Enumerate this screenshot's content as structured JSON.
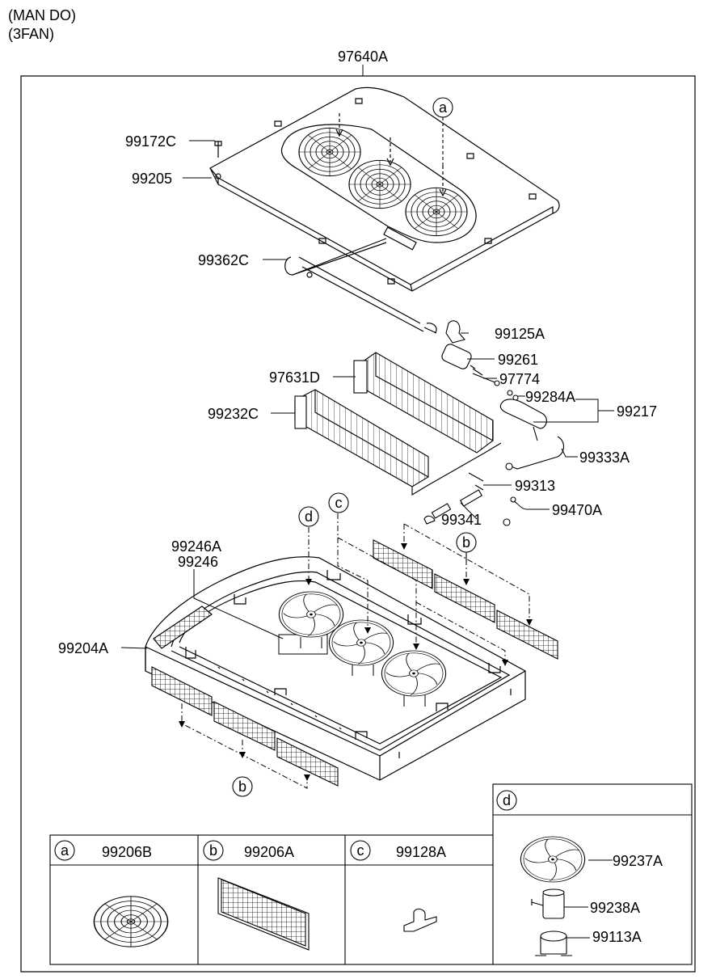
{
  "header": {
    "line1": "(MAN DO)",
    "line2": "(3FAN)"
  },
  "assembly_label": "97640A",
  "callouts": [
    {
      "id": "99172C",
      "text": "99172C"
    },
    {
      "id": "99205",
      "text": "99205"
    },
    {
      "id": "99362C",
      "text": "99362C"
    },
    {
      "id": "99125A",
      "text": "99125A"
    },
    {
      "id": "99261",
      "text": "99261"
    },
    {
      "id": "97631D",
      "text": "97631D"
    },
    {
      "id": "97774",
      "text": "97774"
    },
    {
      "id": "99284A",
      "text": "99284A"
    },
    {
      "id": "99217",
      "text": "99217"
    },
    {
      "id": "99232C",
      "text": "99232C"
    },
    {
      "id": "99333A",
      "text": "99333A"
    },
    {
      "id": "99313",
      "text": "99313"
    },
    {
      "id": "99341",
      "text": "99341"
    },
    {
      "id": "99470A",
      "text": "99470A"
    },
    {
      "id": "99246A",
      "text": "99246A"
    },
    {
      "id": "99246",
      "text": "99246"
    },
    {
      "id": "99204A",
      "text": "99204A"
    }
  ],
  "markers": {
    "a": "a",
    "b": "b",
    "c": "c",
    "d": "d"
  },
  "legend": {
    "a": {
      "letter": "a",
      "part": "99206B"
    },
    "b": {
      "letter": "b",
      "part": "99206A"
    },
    "c": {
      "letter": "c",
      "part": "99128A"
    },
    "d": {
      "letter": "d",
      "parts": [
        "99237A",
        "99238A",
        "99113A"
      ]
    }
  }
}
